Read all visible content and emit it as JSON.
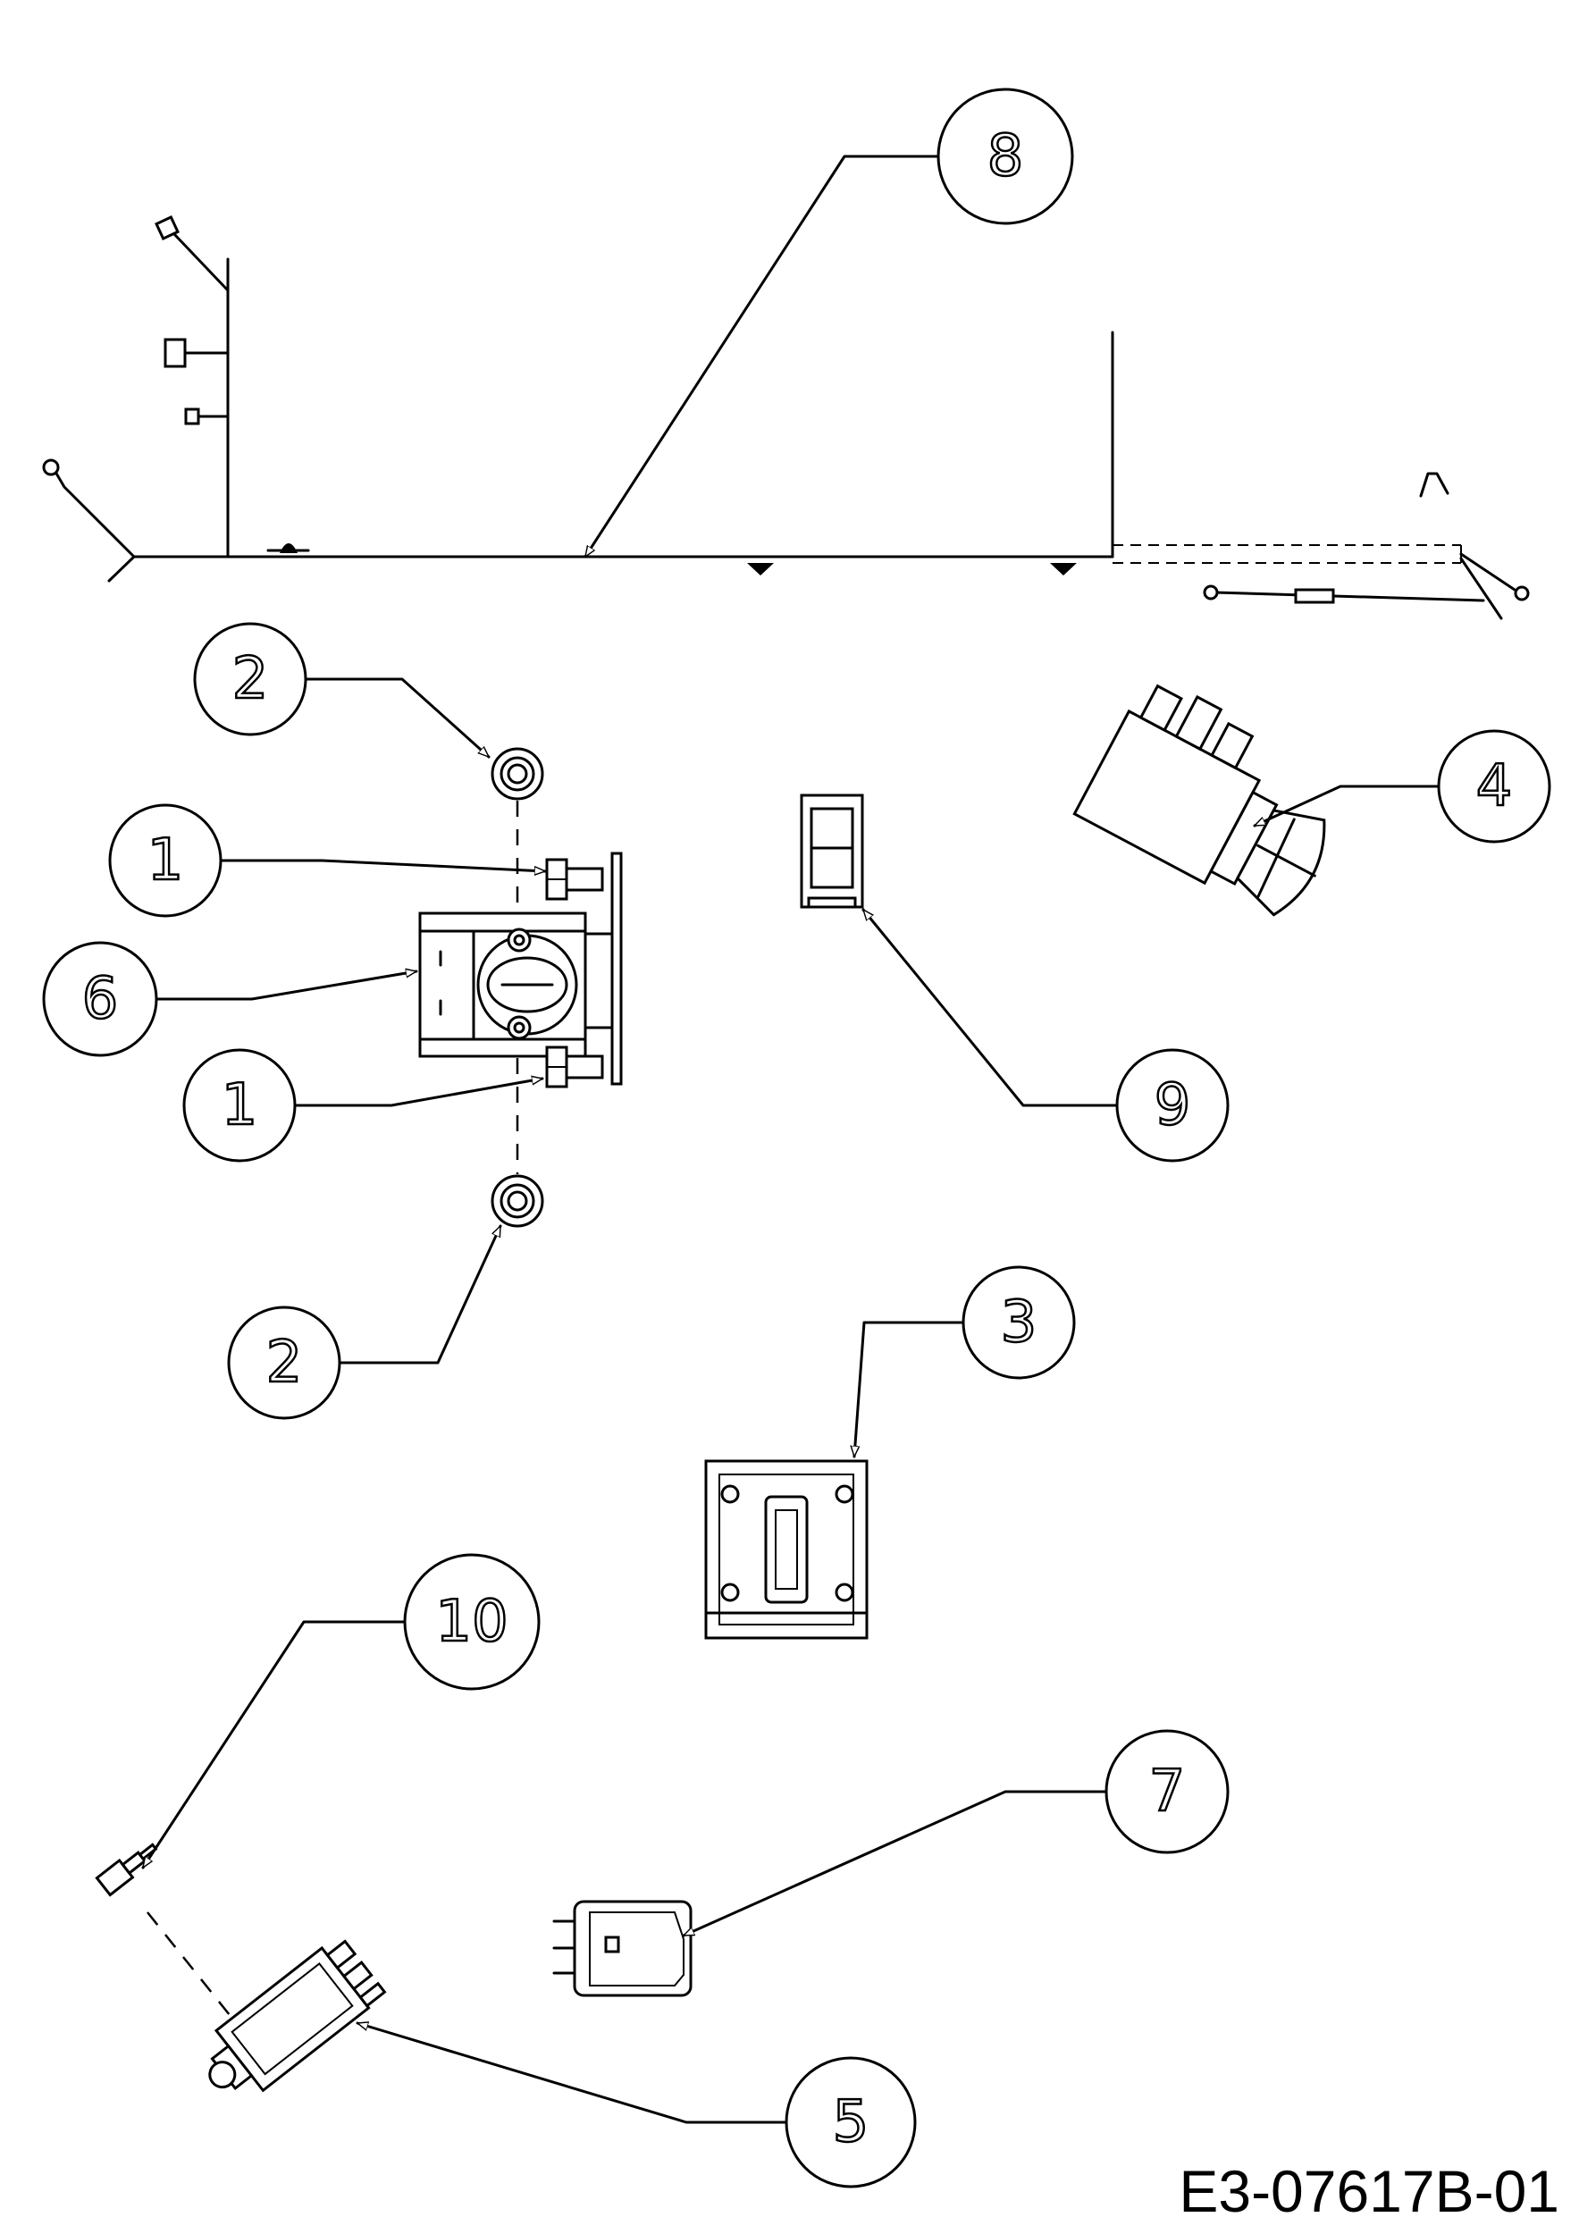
{
  "callouts": {
    "c1_upper": "1",
    "c1_lower": "1",
    "c2_upper": "2",
    "c2_lower": "2",
    "c3": "3",
    "c4": "4",
    "c5": "5",
    "c6": "6",
    "c7": "7",
    "c8": "8",
    "c9": "9",
    "c10": "10"
  },
  "drawing_code": "E3-07617B-01"
}
